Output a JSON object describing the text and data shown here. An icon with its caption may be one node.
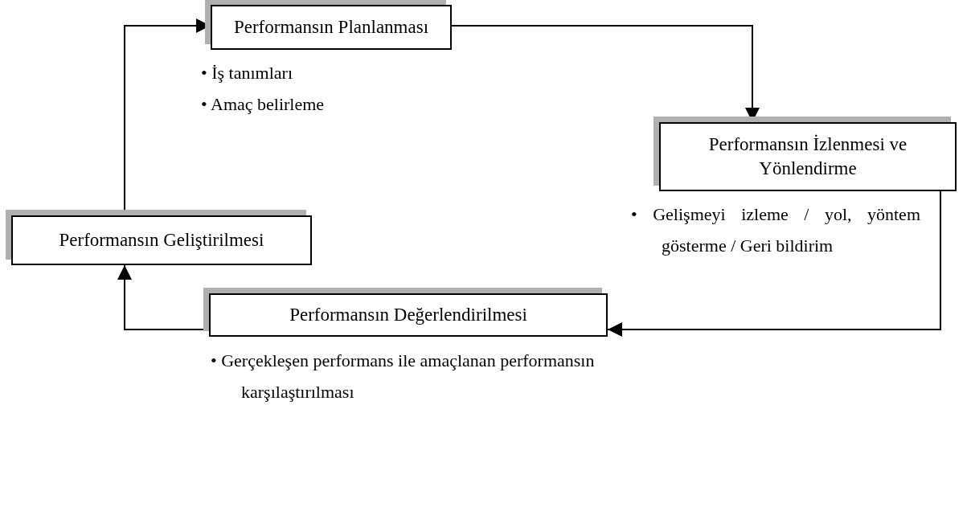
{
  "diagram": {
    "nodes": [
      {
        "text": [
          "Performansın Planlanması"
        ],
        "beside": [
          "• İş tanımları",
          "• Amaç belirleme"
        ]
      },
      {
        "text": [
          "Performansın İzlenmesi ve Yönlendirme"
        ],
        "beside": [
          "• Gelişmeyi izleme / yol, yöntem gösterme / Geri bildirim"
        ]
      },
      {
        "text": [
          "Performansın Değerlendirilmesi"
        ],
        "beside": [
          "• Gerçekleşen performans ile amaçlanan performansın karşılaştırılması"
        ]
      },
      {
        "text": [
          "Performansın Geliştirilmesi"
        ]
      }
    ],
    "edges": [
      {
        "from": 0,
        "to": 1,
        "arrow": "to"
      },
      {
        "from": 1,
        "to": 2,
        "arrow": "to"
      },
      {
        "from": 2,
        "to": 3,
        "arrow": "to"
      },
      {
        "from": 3,
        "to": 0,
        "arrow": "to"
      }
    ]
  }
}
